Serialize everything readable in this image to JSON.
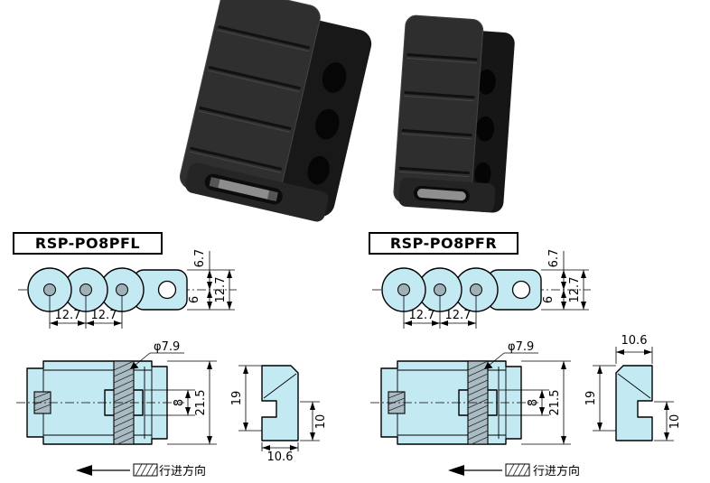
{
  "sets": {
    "left": {
      "label": "RSP-PO8PFL",
      "top_view": {
        "pitch1": "12.7",
        "pitch2": "12.7",
        "edge_to_center": "6.7",
        "overall_width": "12.7",
        "center_to_edge": "6"
      },
      "front_view": {
        "hole_dia": "φ7.9",
        "pin_height": "8",
        "overall_height": "21.5"
      },
      "side_view": {
        "height": "19",
        "inner_height": "10",
        "width": "10.6"
      },
      "direction_label": "行进方向"
    },
    "right": {
      "label": "RSP-PO8PFR",
      "top_view": {
        "pitch1": "12.7",
        "pitch2": "12.7",
        "edge_to_center": "6.7",
        "overall_width": "12.7",
        "center_to_edge": "6"
      },
      "front_view": {
        "hole_dia": "φ7.9",
        "pin_height": "8",
        "overall_height": "21.5"
      },
      "side_view": {
        "height": "19",
        "inner_height": "10",
        "width": "10.6"
      },
      "direction_label": "行进方向"
    }
  },
  "colors": {
    "part_fill": "#c3e9f3",
    "section_fill": "#a9bcc4",
    "photo_body": "#2f2f2f",
    "line": "#000000"
  }
}
